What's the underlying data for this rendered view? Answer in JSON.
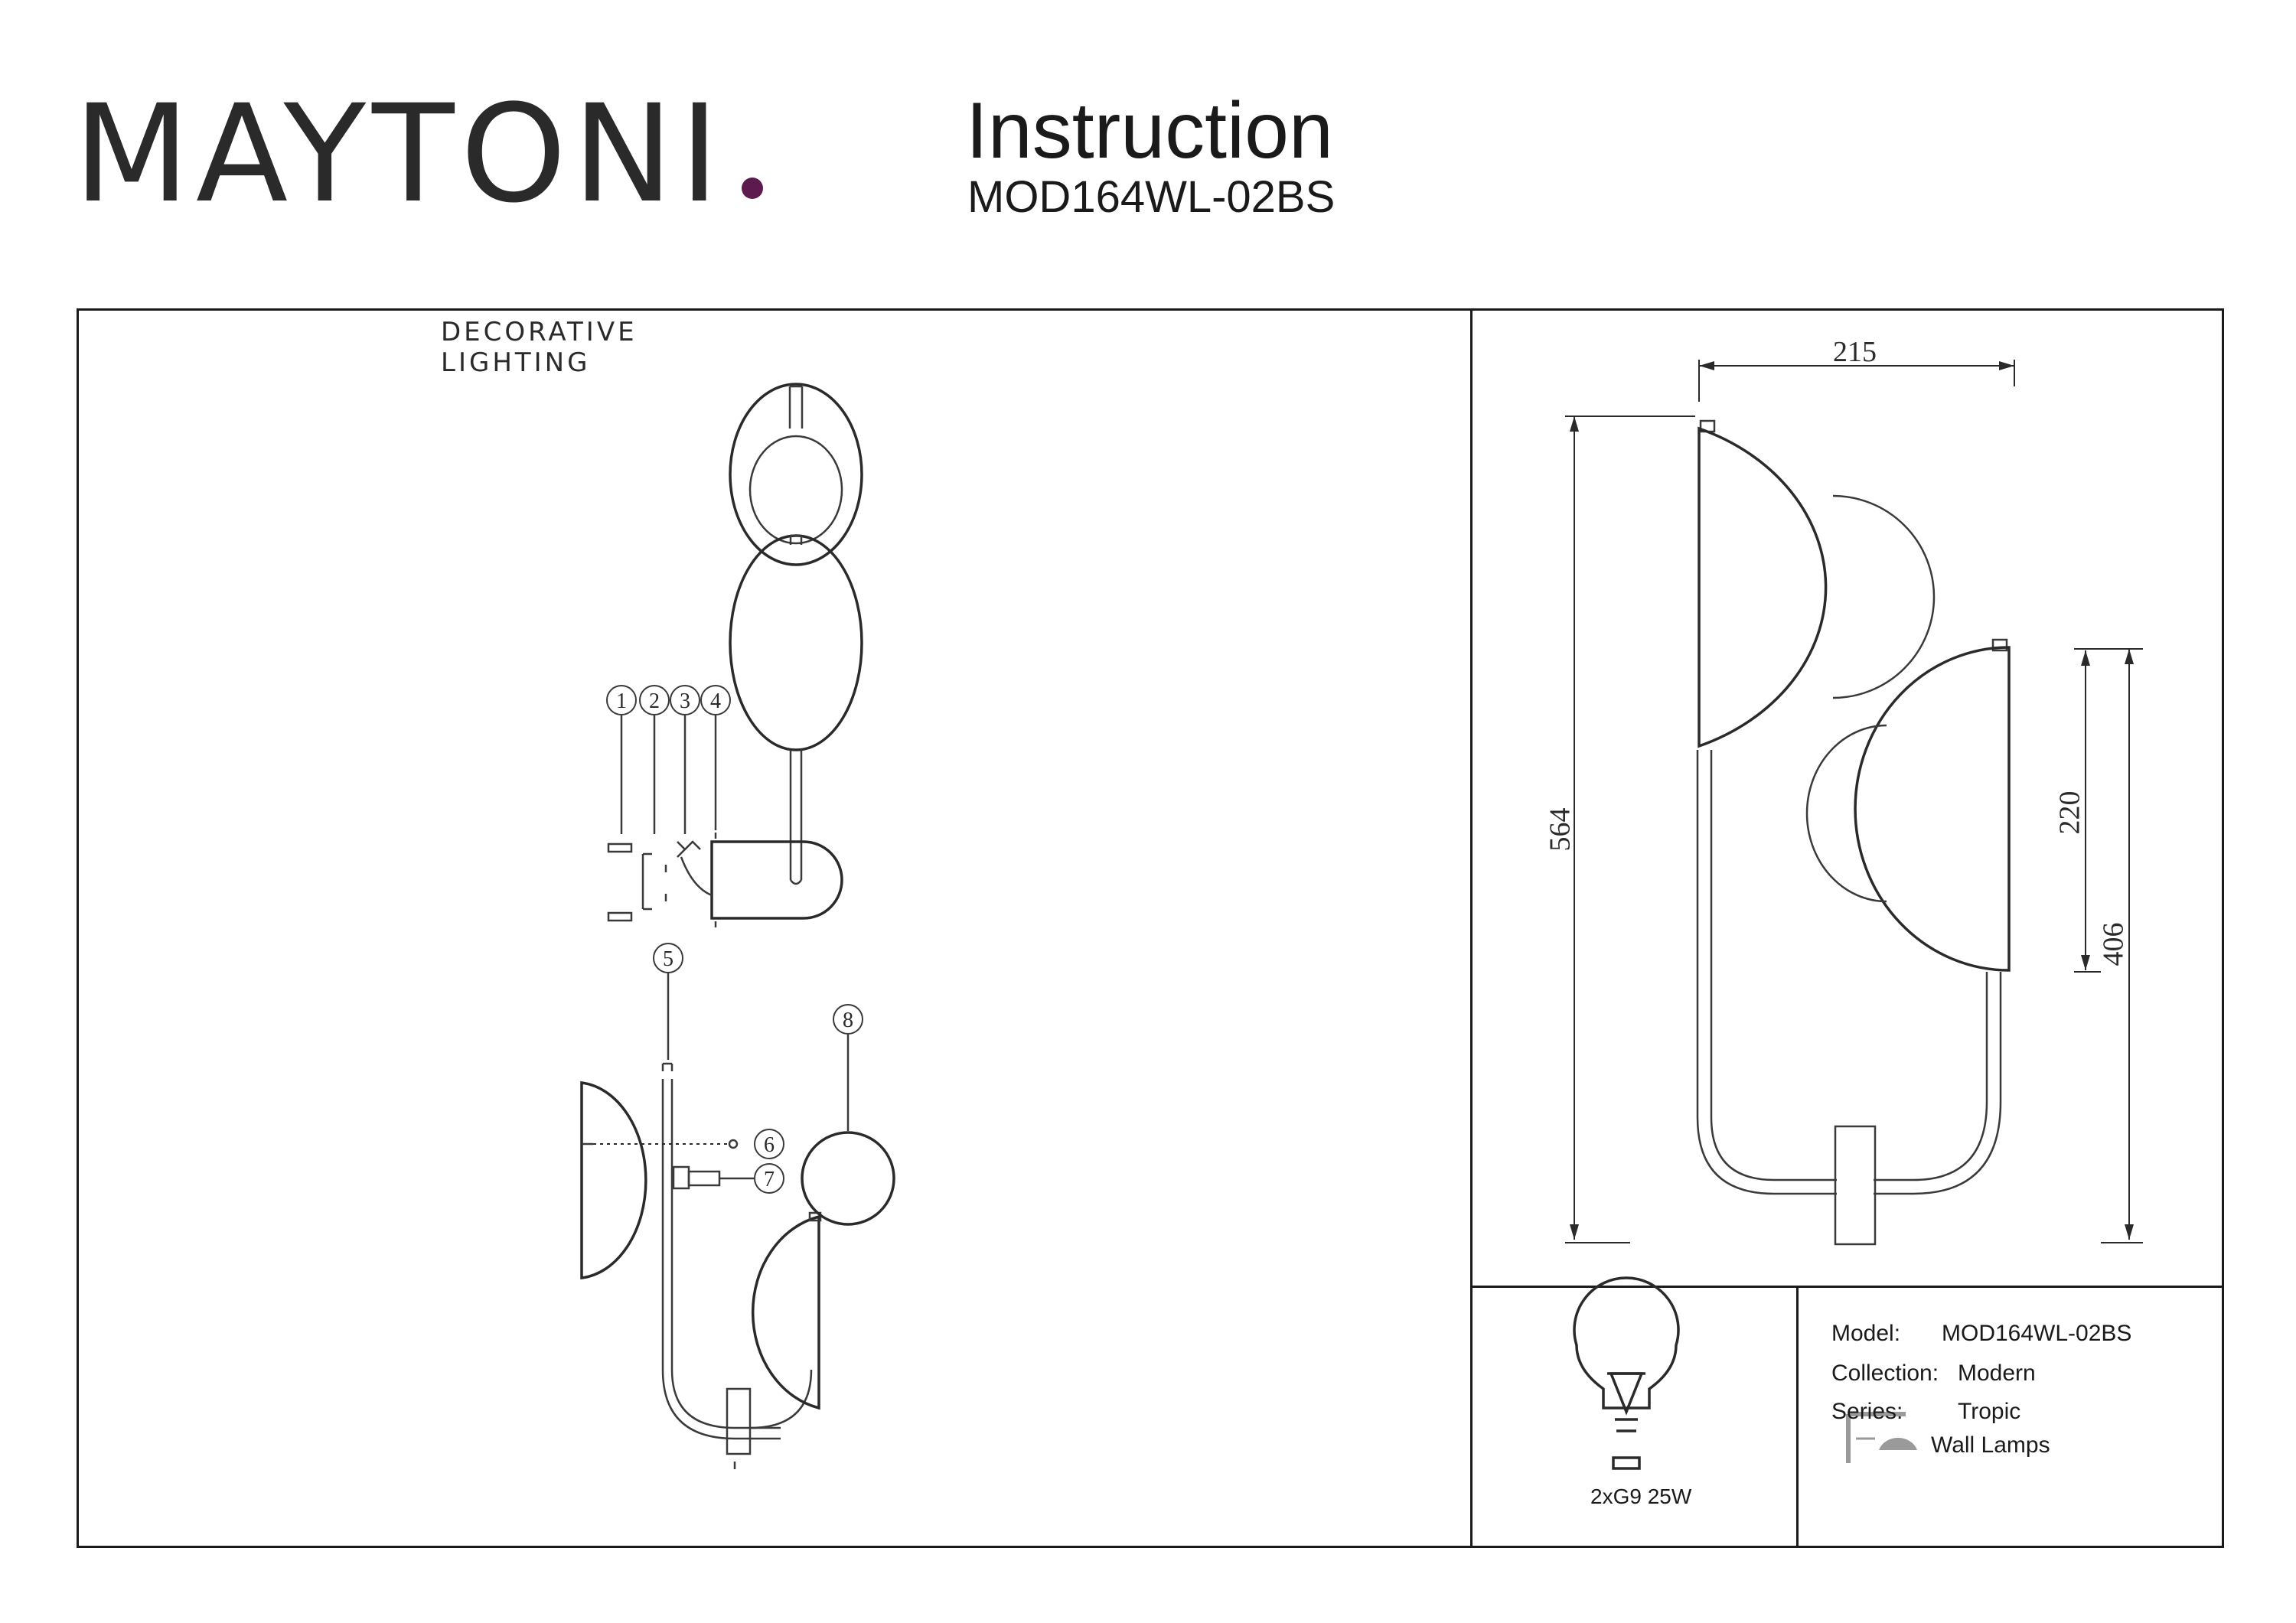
{
  "brand": {
    "name": "MAYTONI",
    "tagline": "DECORATIVE LIGHTING",
    "accent_color": "#5c1a4f"
  },
  "header": {
    "title": "Instruction",
    "model_code": "MOD164WL-02BS"
  },
  "assembly": {
    "callouts": [
      "1",
      "2",
      "3",
      "4",
      "5",
      "6",
      "7",
      "8"
    ]
  },
  "dimensions": {
    "width": "215",
    "height_total": "564",
    "height_shade": "220",
    "height_lower": "406"
  },
  "bulb": {
    "icon": "light-bulb-icon",
    "label": "2xG9 25W"
  },
  "specs": {
    "model_label": "Model:",
    "model_value": "MOD164WL-02BS",
    "collection_label": "Collection:",
    "collection_value": "Modern",
    "series_label": "Series:",
    "series_value": "Tropic",
    "type_icon": "wall-lamp-icon",
    "type_value": "Wall Lamps"
  }
}
